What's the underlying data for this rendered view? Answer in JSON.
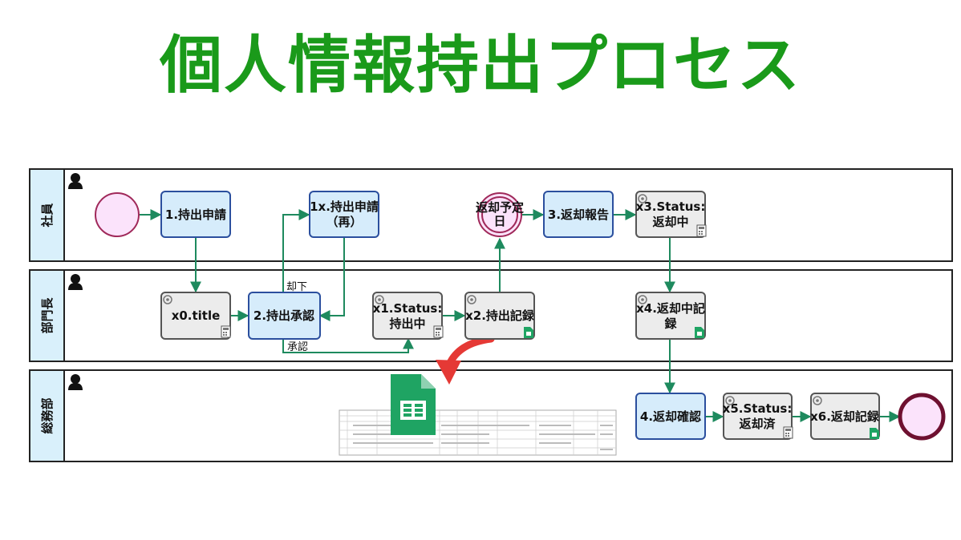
{
  "title": "個人情報持出プロセス",
  "lanes": [
    {
      "label": "社員"
    },
    {
      "label": "部門長"
    },
    {
      "label": "総務部"
    }
  ],
  "tasks": {
    "t1": {
      "lines": [
        "1.持出申請"
      ]
    },
    "t1x": {
      "lines": [
        "1x.持出申請",
        "（再）"
      ]
    },
    "timer": {
      "lines": [
        "返却予定",
        "日"
      ]
    },
    "t3": {
      "lines": [
        "3.返却報告"
      ]
    },
    "tx3": {
      "lines": [
        "x3.Status:",
        "返却中"
      ]
    },
    "tx0": {
      "lines": [
        "x0.title"
      ]
    },
    "t2": {
      "lines": [
        "2.持出承認"
      ]
    },
    "tx1": {
      "lines": [
        "x1.Status:",
        "持出中"
      ]
    },
    "tx2": {
      "lines": [
        "x2.持出記録"
      ]
    },
    "tx4": {
      "lines": [
        "x4.返却中記",
        "録"
      ]
    },
    "t4": {
      "lines": [
        "4.返却確認"
      ]
    },
    "tx5": {
      "lines": [
        "x5.Status:",
        "返却済"
      ]
    },
    "tx6": {
      "lines": [
        "x6.返却記録"
      ]
    }
  },
  "flow_labels": {
    "reject": "却下",
    "approve": "承認"
  },
  "colors": {
    "title": "#1a9a1a",
    "user_task_fill": "#d6ecfb",
    "user_task_stroke": "#2b4f9e",
    "auto_task_fill": "#ececec",
    "auto_task_stroke": "#555555",
    "flow": "#1e8a5e",
    "start_fill": "#fbe3fb",
    "start_stroke": "#a0295a",
    "end_stroke": "#6e1030",
    "lane_header": "#d9f0fb",
    "callout_arrow": "#e53935",
    "sheets_green": "#1fa463"
  },
  "icons": {
    "person": "person-icon",
    "gear": "gear-icon",
    "calculator": "calculator-icon",
    "sheets": "google-sheets-icon"
  }
}
